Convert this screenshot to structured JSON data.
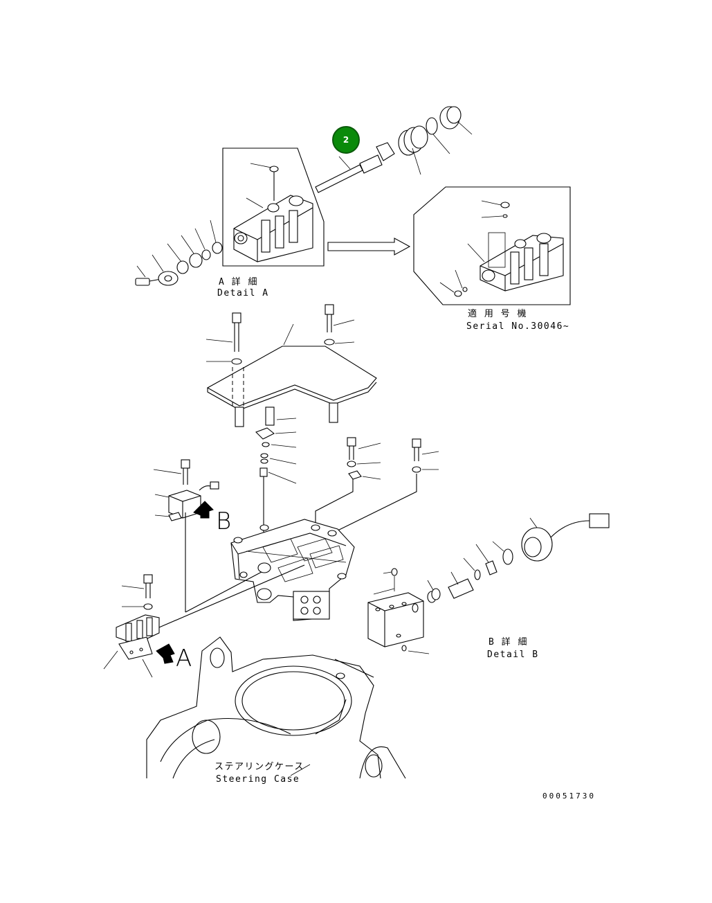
{
  "callouts": [
    {
      "number": "2"
    }
  ],
  "labels": {
    "detail_a_jp": "A 詳 細",
    "detail_a_en": "Detail A",
    "serial_jp": "適 用 号 機",
    "serial_en": "Serial No.30046~",
    "detail_b_jp": "B 詳 細",
    "detail_b_en": "Detail B",
    "steering_jp": "ステアリングケース",
    "steering_en": "Steering Case",
    "view_b": "B",
    "view_a": "A",
    "drawing_number": "00051730"
  }
}
